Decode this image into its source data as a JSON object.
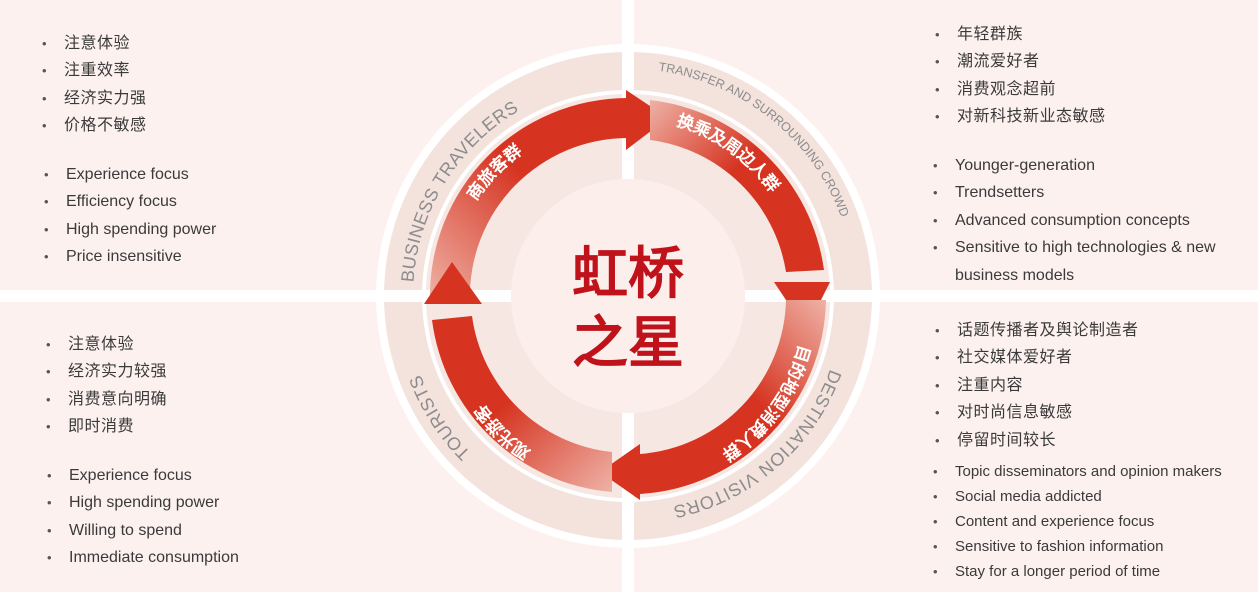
{
  "center": {
    "line1": "虹桥",
    "line2": "之星",
    "color": "#c0121b"
  },
  "colors": {
    "quadrant_bg": "#fcf1ef",
    "ring_band": "#f4e2dd",
    "inner_disc": "#fbeeeb",
    "arrow_red": "#d63320",
    "arrow_light": "#eaa79a",
    "ring_label": "#8c8c8c"
  },
  "segments": [
    {
      "id": "business",
      "label_en": "BUSINESS TRAVELERS",
      "label_cn": "商旅客群"
    },
    {
      "id": "transfer",
      "label_en": "TRANSFER AND SURROUNDING CROWD",
      "label_cn": "换乘及周边人群"
    },
    {
      "id": "destination",
      "label_en": "DESTINATION VISITORS",
      "label_cn": "目的地型消费人群"
    },
    {
      "id": "tourists",
      "label_en": "TOURISTS",
      "label_cn": "观光游客"
    }
  ],
  "panels": {
    "top_left": {
      "cn": [
        "注意体验",
        "注重效率",
        "经济实力强",
        "价格不敏感"
      ],
      "en": [
        "Experience focus",
        "Efficiency focus",
        "High spending power",
        "Price insensitive"
      ]
    },
    "top_right": {
      "cn": [
        "年轻群族",
        "潮流爱好者",
        "消费观念超前",
        "对新科技新业态敏感"
      ],
      "en": [
        "Younger-generation",
        "Trendsetters",
        "Advanced consumption concepts",
        "Sensitive to high technologies & new business models"
      ]
    },
    "bottom_left": {
      "cn": [
        "注意体验",
        "经济实力较强",
        "消费意向明确",
        "即时消费"
      ],
      "en": [
        "Experience focus",
        "High spending power",
        "Willing to spend",
        "Immediate consumption"
      ]
    },
    "bottom_right": {
      "cn": [
        "话题传播者及舆论制造者",
        "社交媒体爱好者",
        "注重内容",
        "对时尚信息敏感",
        "停留时间较长"
      ],
      "en": [
        "Topic disseminators and opinion makers",
        "Social media addicted",
        "Content and experience focus",
        "Sensitive to fashion information",
        "Stay for a longer period of time"
      ]
    }
  }
}
